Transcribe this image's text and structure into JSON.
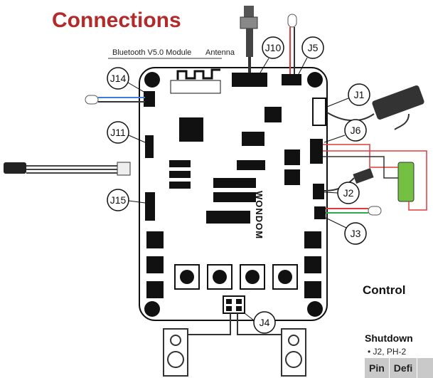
{
  "title": "Connections",
  "labels": {
    "bluetooth": "Bluetooth V5.0 Module",
    "antenna": "Antenna",
    "brand": "WONDOM"
  },
  "connectors": [
    "J1",
    "J2",
    "J3",
    "J4",
    "J5",
    "J6",
    "J10",
    "J11",
    "J14",
    "J15"
  ],
  "connector_map": {
    "j1": "J1",
    "j2": "J2",
    "j3": "J3",
    "j4": "J4",
    "j5": "J5",
    "j6": "J6",
    "j10": "J10",
    "j11": "J11",
    "j14": "J14",
    "j15": "J15"
  },
  "control": {
    "heading": "Control",
    "shutdown_heading": "Shutdown",
    "note": "• J2, PH-2",
    "table_headers": [
      "Pin",
      "Defi"
    ]
  },
  "colors": {
    "title": "#b22a2a",
    "board": "#ffffff",
    "wire_red": "#e03b3b",
    "wire_blue": "#3b7fd9",
    "wire_green": "#33a852",
    "battery": "#74c043"
  }
}
